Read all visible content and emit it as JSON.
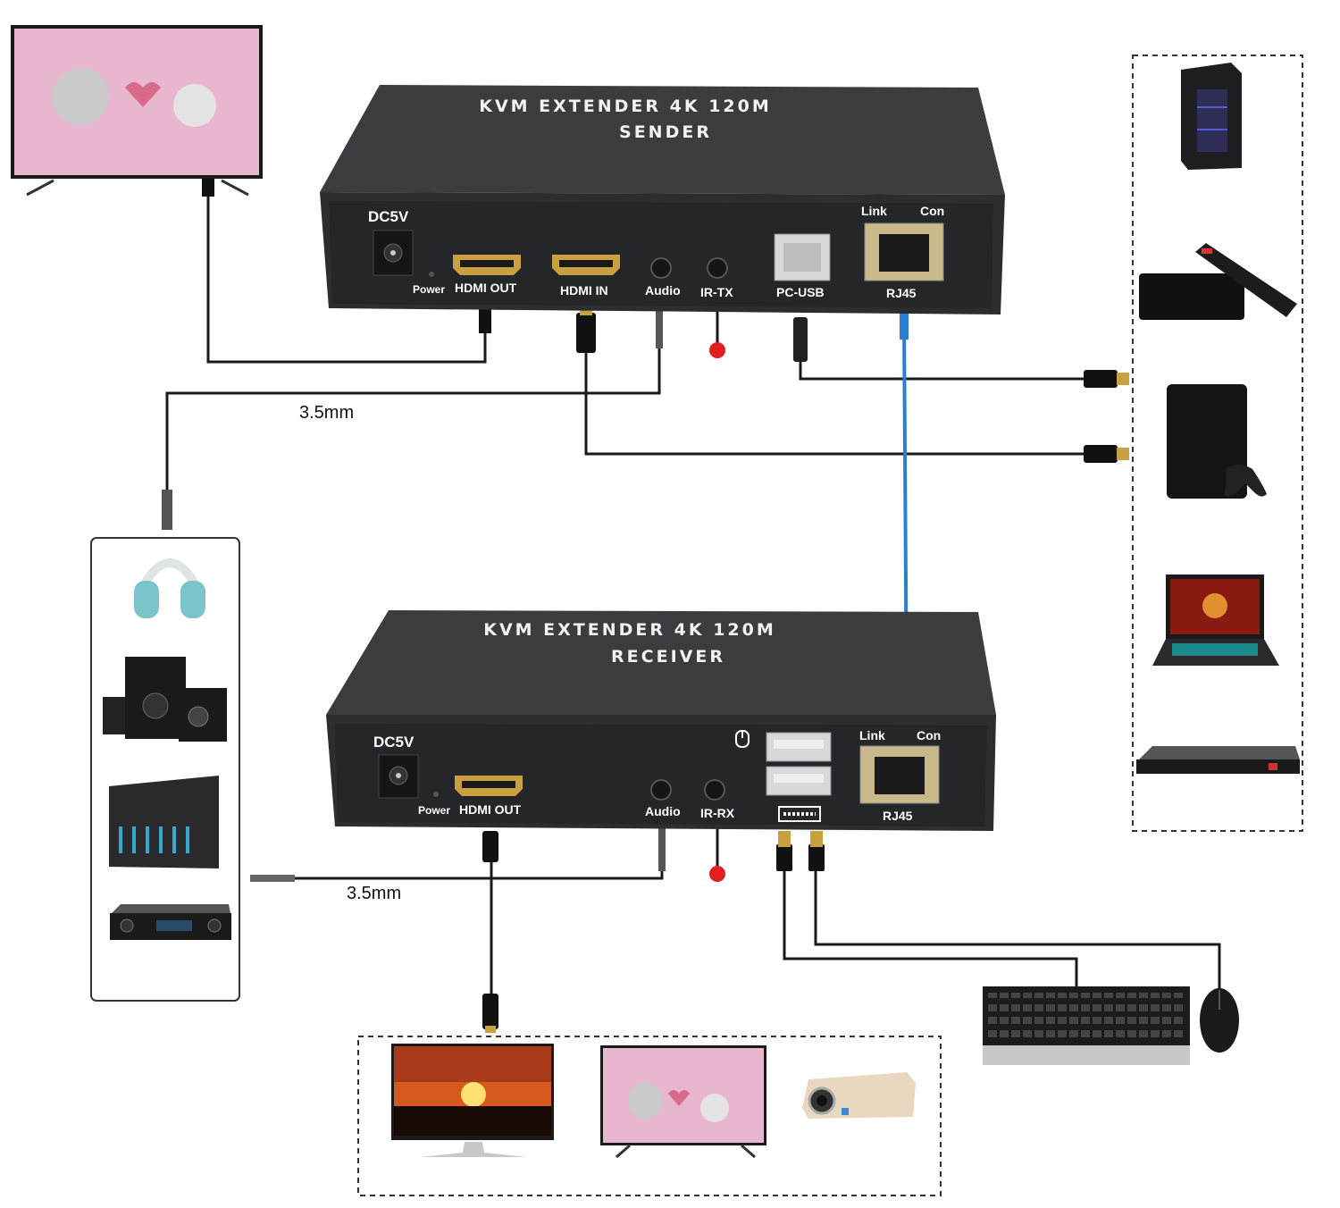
{
  "sender": {
    "title": "KVM EXTENDER 4K 120M",
    "subtitle": "SENDER",
    "dc": "DC5V",
    "power": "Power",
    "hdmi_out": "HDMI OUT",
    "hdmi_in": "HDMI IN",
    "audio": "Audio",
    "ir": "IR-TX",
    "pc_usb": "PC-USB",
    "link": "Link",
    "con": "Con",
    "rj45": "RJ45"
  },
  "receiver": {
    "title": "KVM EXTENDER 4K 120M",
    "subtitle": "RECEIVER",
    "dc": "DC5V",
    "power": "Power",
    "hdmi_out": "HDMI OUT",
    "audio": "Audio",
    "ir": "IR-RX",
    "link": "Link",
    "con": "Con",
    "rj45": "RJ45"
  },
  "cable_labels": {
    "sender_audio": "3.5mm",
    "receiver_audio": "3.5mm"
  },
  "devices": {
    "sender_display": "tv-icon",
    "sources": [
      "desktop-pc-icon",
      "set-top-box-icon",
      "game-console-icon",
      "laptop-icon",
      "dvd-player-icon"
    ],
    "audio_outputs": [
      "headphones-icon",
      "speakers-icon",
      "audio-mixer-icon",
      "amplifier-icon"
    ],
    "receiver_displays": [
      "monitor-icon",
      "tv-icon",
      "projector-icon"
    ],
    "peripherals": [
      "keyboard-icon",
      "mouse-icon"
    ]
  },
  "colors": {
    "device_body": "#2b2d30",
    "device_top": "#3a3c40",
    "cable": "#1a1a1a",
    "network_cable": "#2a7fd0",
    "ir_dot": "#e02020",
    "hdmi_gold": "#c8a040"
  }
}
